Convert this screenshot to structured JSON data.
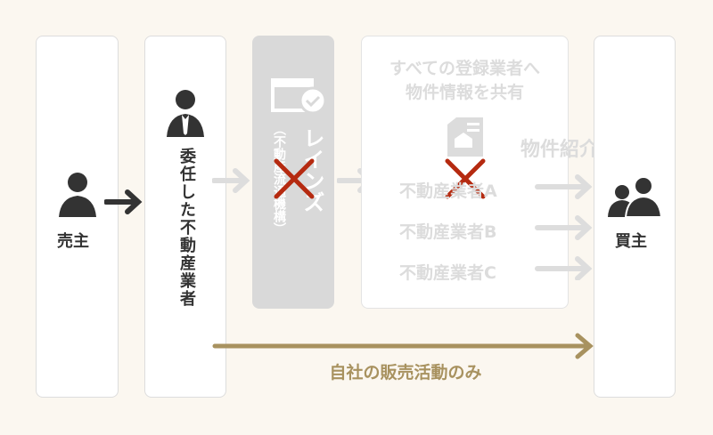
{
  "seller": {
    "label": "売主"
  },
  "agent": {
    "label": "委任した不動産業者"
  },
  "reins": {
    "label": "レインズ",
    "sub": "（不動産流通機構）"
  },
  "share": {
    "title_line1": "すべての登録業者へ",
    "title_line2": "物件情報を共有",
    "agents": [
      "不動産業者A",
      "不動産業者B",
      "不動産業者C"
    ]
  },
  "intro_label": "物件紹介",
  "buyer": {
    "label": "買主"
  },
  "own_sales": {
    "label": "自社の販売活動のみ"
  },
  "colors": {
    "background": "#fbf7f0",
    "cross": "#b52a10",
    "gold": "#a8925f",
    "faded": "#dcdcdc",
    "dark": "#333333"
  }
}
